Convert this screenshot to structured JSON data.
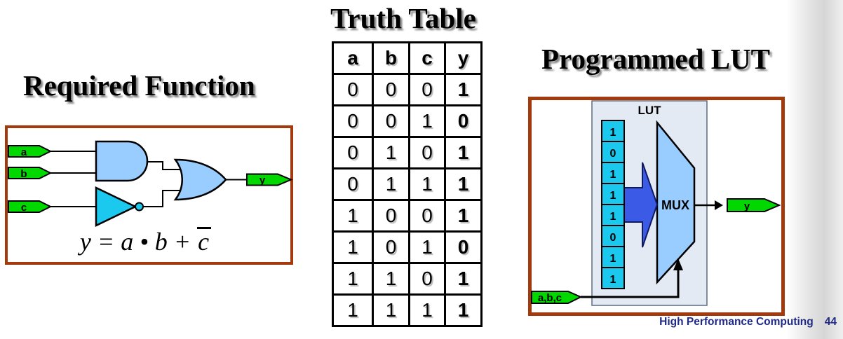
{
  "left_panel": {
    "title": "Required Function",
    "input_labels": [
      "a",
      "b",
      "c"
    ],
    "output_label": "y",
    "gates": [
      "and-gate",
      "not-gate",
      "or-gate"
    ],
    "formula": {
      "body": "y = a • b + ",
      "overlined": "c"
    }
  },
  "truth_table": {
    "title": "Truth Table",
    "headers": [
      "a",
      "b",
      "c",
      "y"
    ],
    "rows": [
      [
        0,
        0,
        0,
        1
      ],
      [
        0,
        0,
        1,
        0
      ],
      [
        0,
        1,
        0,
        1
      ],
      [
        0,
        1,
        1,
        1
      ],
      [
        1,
        0,
        0,
        1
      ],
      [
        1,
        0,
        1,
        0
      ],
      [
        1,
        1,
        0,
        1
      ],
      [
        1,
        1,
        1,
        1
      ]
    ]
  },
  "right_panel": {
    "title": "Programmed LUT",
    "lut_label": "LUT",
    "lut_cells": [
      1,
      0,
      1,
      1,
      1,
      0,
      1,
      1
    ],
    "mux_label": "MUX",
    "input_label": "a,b,c",
    "output_label": "y"
  },
  "footer": {
    "text": "High Performance Computing",
    "page": "44"
  },
  "colors": {
    "accent_green": "#00D800",
    "box_border_brown": "#A23A0E",
    "gate_light_blue": "#99CCFF",
    "cyan": "#1BC9EE",
    "program_arrow_blue": "#3B5BE6",
    "lut_background": "#E4EAF4",
    "footer_navy": "#1F2A85"
  }
}
